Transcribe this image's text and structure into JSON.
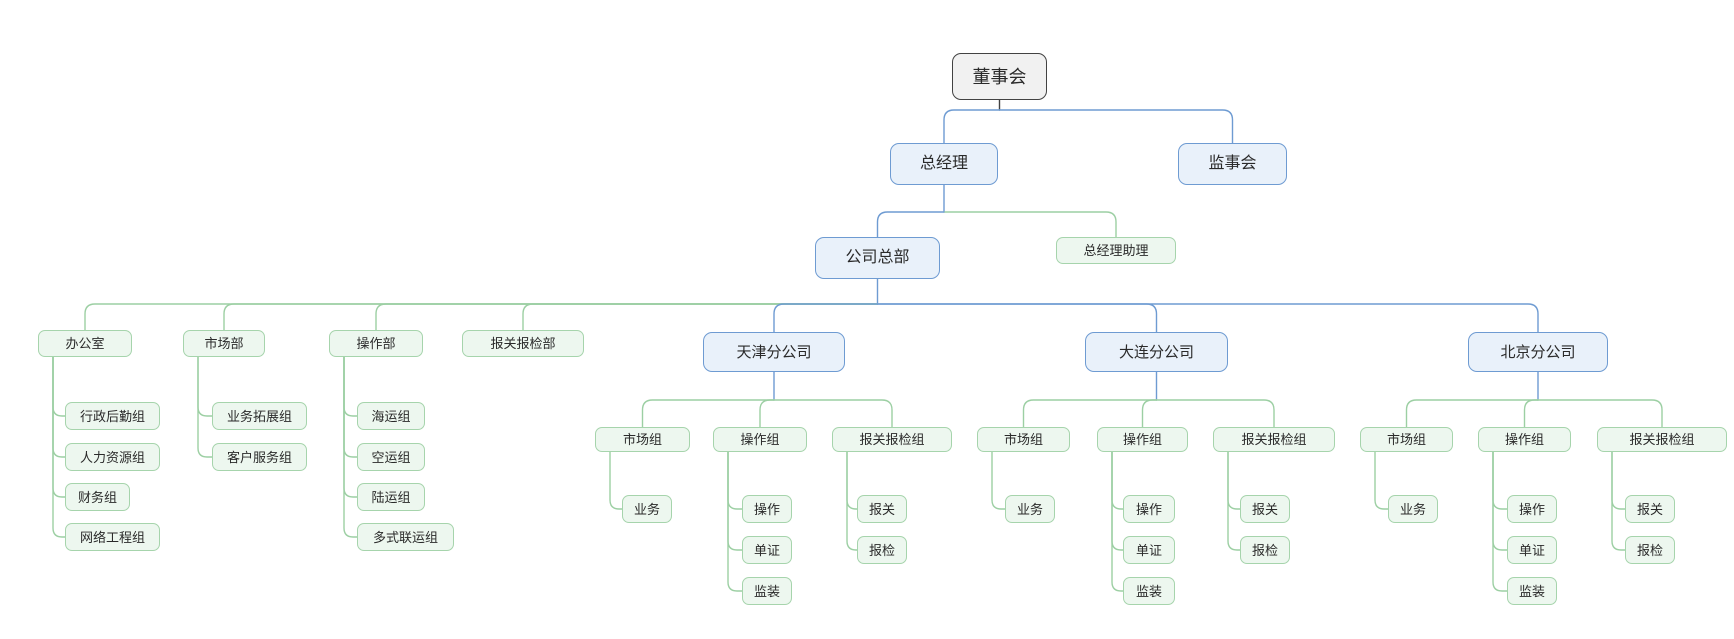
{
  "palette": {
    "background": "#ffffff",
    "text": "#2a2a2a",
    "root_fill": "#f1f1f1",
    "root_border": "#424242",
    "blue_fill": "#e9f1fa",
    "blue_border": "#6e9bd2",
    "blue_line": "#6e9bd2",
    "green_fill": "#edf7ef",
    "green_border": "#a6d4ac",
    "green_line": "#9ccfa3"
  },
  "tree": {
    "id": "board",
    "label": "董事会",
    "style": "root",
    "children": [
      {
        "id": "gm",
        "label": "总经理",
        "style": "blue",
        "children": [
          {
            "id": "hq",
            "label": "公司总部",
            "style": "blue",
            "children": [
              {
                "id": "office",
                "label": "办公室",
                "style": "green",
                "children": [
                  {
                    "id": "admin",
                    "label": "行政后勤组",
                    "style": "leaf"
                  },
                  {
                    "id": "hr",
                    "label": "人力资源组",
                    "style": "leaf"
                  },
                  {
                    "id": "finance",
                    "label": "财务组",
                    "style": "leaf"
                  },
                  {
                    "id": "network",
                    "label": "网络工程组",
                    "style": "leaf"
                  }
                ]
              },
              {
                "id": "marketing",
                "label": "市场部",
                "style": "green",
                "children": [
                  {
                    "id": "bizdev",
                    "label": "业务拓展组",
                    "style": "leaf"
                  },
                  {
                    "id": "custsvc",
                    "label": "客户服务组",
                    "style": "leaf"
                  }
                ]
              },
              {
                "id": "operations",
                "label": "操作部",
                "style": "green",
                "children": [
                  {
                    "id": "sea",
                    "label": "海运组",
                    "style": "leaf"
                  },
                  {
                    "id": "air",
                    "label": "空运组",
                    "style": "leaf"
                  },
                  {
                    "id": "land",
                    "label": "陆运组",
                    "style": "leaf"
                  },
                  {
                    "id": "multimodal",
                    "label": "多式联运组",
                    "style": "leaf"
                  }
                ]
              },
              {
                "id": "customs-dept",
                "label": "报关报检部",
                "style": "green"
              },
              {
                "id": "tianjin",
                "label": "天津分公司",
                "style": "branch",
                "children": [
                  {
                    "id": "tj-market",
                    "label": "市场组",
                    "style": "green",
                    "children": [
                      {
                        "id": "tj-yewu",
                        "label": "业务",
                        "style": "leaf"
                      }
                    ]
                  },
                  {
                    "id": "tj-ops",
                    "label": "操作组",
                    "style": "green",
                    "children": [
                      {
                        "id": "tj-caozuo",
                        "label": "操作",
                        "style": "leaf"
                      },
                      {
                        "id": "tj-danzheng",
                        "label": "单证",
                        "style": "leaf"
                      },
                      {
                        "id": "tj-jianzhuang",
                        "label": "监装",
                        "style": "leaf"
                      }
                    ]
                  },
                  {
                    "id": "tj-customs",
                    "label": "报关报检组",
                    "style": "green",
                    "children": [
                      {
                        "id": "tj-baoguan",
                        "label": "报关",
                        "style": "leaf"
                      },
                      {
                        "id": "tj-baojian",
                        "label": "报检",
                        "style": "leaf"
                      }
                    ]
                  }
                ]
              },
              {
                "id": "dalian",
                "label": "大连分公司",
                "style": "branch",
                "children": [
                  {
                    "id": "dl-market",
                    "label": "市场组",
                    "style": "green",
                    "children": [
                      {
                        "id": "dl-yewu",
                        "label": "业务",
                        "style": "leaf"
                      }
                    ]
                  },
                  {
                    "id": "dl-ops",
                    "label": "操作组",
                    "style": "green",
                    "children": [
                      {
                        "id": "dl-caozuo",
                        "label": "操作",
                        "style": "leaf"
                      },
                      {
                        "id": "dl-danzheng",
                        "label": "单证",
                        "style": "leaf"
                      },
                      {
                        "id": "dl-jianzhuang",
                        "label": "监装",
                        "style": "leaf"
                      }
                    ]
                  },
                  {
                    "id": "dl-customs",
                    "label": "报关报检组",
                    "style": "green",
                    "children": [
                      {
                        "id": "dl-baoguan",
                        "label": "报关",
                        "style": "leaf"
                      },
                      {
                        "id": "dl-baojian",
                        "label": "报检",
                        "style": "leaf"
                      }
                    ]
                  }
                ]
              },
              {
                "id": "beijing",
                "label": "北京分公司",
                "style": "branch",
                "children": [
                  {
                    "id": "bj-market",
                    "label": "市场组",
                    "style": "green",
                    "children": [
                      {
                        "id": "bj-yewu",
                        "label": "业务",
                        "style": "leaf"
                      }
                    ]
                  },
                  {
                    "id": "bj-ops",
                    "label": "操作组",
                    "style": "green",
                    "children": [
                      {
                        "id": "bj-caozuo",
                        "label": "操作",
                        "style": "leaf"
                      },
                      {
                        "id": "bj-danzheng",
                        "label": "单证",
                        "style": "leaf"
                      },
                      {
                        "id": "bj-jianzhuang",
                        "label": "监装",
                        "style": "leaf"
                      }
                    ]
                  },
                  {
                    "id": "bj-customs",
                    "label": "报关报检组",
                    "style": "green",
                    "children": [
                      {
                        "id": "bj-baoguan",
                        "label": "报关",
                        "style": "leaf"
                      },
                      {
                        "id": "bj-baojian",
                        "label": "报检",
                        "style": "leaf"
                      }
                    ]
                  }
                ]
              }
            ]
          },
          {
            "id": "assistant",
            "label": "总经理助理",
            "style": "green"
          }
        ]
      },
      {
        "id": "supervisory",
        "label": "监事会",
        "style": "blue"
      }
    ]
  }
}
